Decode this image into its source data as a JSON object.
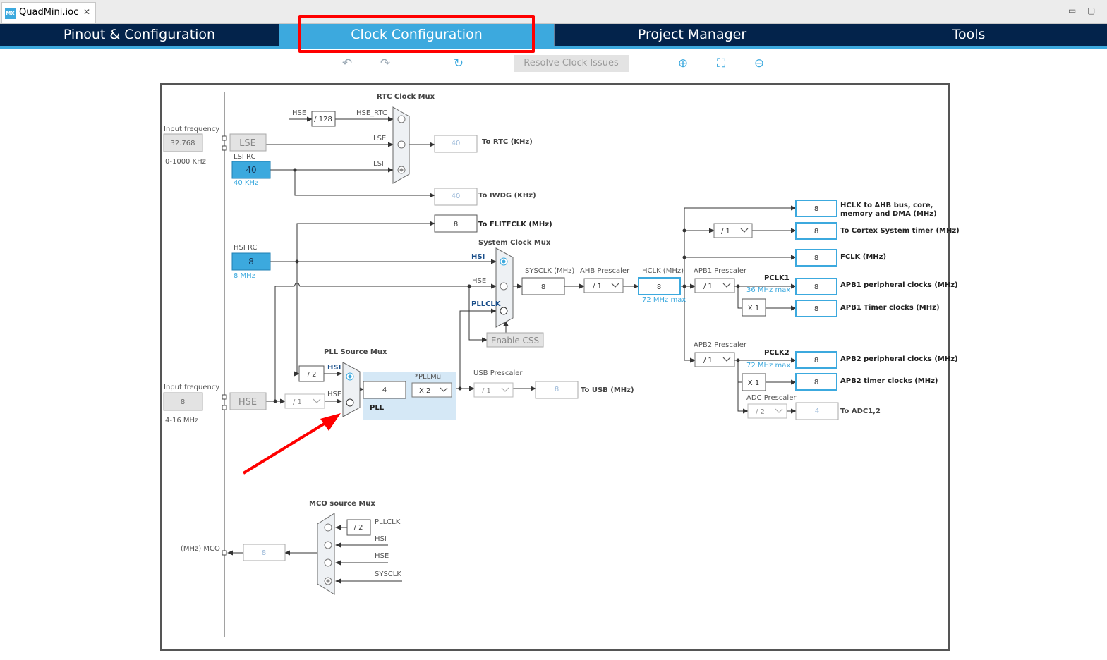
{
  "file_tab": {
    "logo": "MX",
    "name": "QuadMini.ioc",
    "close_icon": "close-icon"
  },
  "tabs": [
    {
      "label": "Pinout & Configuration"
    },
    {
      "label": "Clock Configuration"
    },
    {
      "label": "Project Manager"
    },
    {
      "label": "Tools"
    }
  ],
  "toolbar": {
    "undo_icon": "undo-icon",
    "redo_icon": "redo-icon",
    "refresh_icon": "refresh-icon",
    "resolve_label": "Resolve Clock Issues",
    "zoom_in_icon": "zoom-in-icon",
    "fit_icon": "fit-icon",
    "zoom_out_icon": "zoom-out-icon"
  },
  "diagram": {
    "rtc_mux_title": "RTC Clock Mux",
    "sysclk_mux_title": "System Clock Mux",
    "pll_src_mux_title": "PLL Source Mux",
    "mco_mux_title": "MCO source Mux",
    "input_freq_label": "Input frequency",
    "lse_input": "32.768",
    "lse_range": "0-1000 KHz",
    "lse_label": "LSE",
    "lsi_rc_label": "LSI RC",
    "lsi_value": "40",
    "lsi_khz": "40 KHz",
    "hse_sig": "HSE",
    "div128": "/ 128",
    "hse_rtc": "HSE_RTC",
    "lse_sig": "LSE",
    "lsi_sig": "LSI",
    "rtc_value": "40",
    "rtc_label": "To RTC (KHz)",
    "iwdg_value": "40",
    "iwdg_label": "To IWDG (KHz)",
    "flit_value": "8",
    "flit_label": "To FLITFCLK (MHz)",
    "hsi_rc_label": "HSI RC",
    "hsi_value": "8",
    "hsi_mhz": "8 MHz",
    "hsi_sig": "HSI",
    "pllclk_sig": "PLLCLK",
    "enable_css": "Enable CSS",
    "sysclk_label": "SYSCLK (MHz)",
    "sysclk_value": "8",
    "ahb_label": "AHB Prescaler",
    "ahb_value": "/ 1",
    "hclk_label": "HCLK (MHz)",
    "hclk_value": "8",
    "hclk_max": "72 MHz max",
    "apb1_label": "APB1 Prescaler",
    "apb1_value": "/ 1",
    "pclk1": "PCLK1",
    "pclk1_max": "36 MHz max",
    "apb2_label": "APB2 Prescaler",
    "apb2_value": "/ 1",
    "pclk2": "PCLK2",
    "pclk2_max": "72 MHz max",
    "cortex_div": "/ 1",
    "x1_a": "X 1",
    "x1_b": "X 1",
    "adc_label": "ADC Prescaler",
    "adc_div": "/ 2",
    "outputs": {
      "hclk_ahb": {
        "value": "8",
        "label1": "HCLK to AHB bus, core,",
        "label2": "memory and DMA (MHz)"
      },
      "cortex": {
        "value": "8",
        "label": "To Cortex System timer (MHz)"
      },
      "fclk": {
        "value": "8",
        "label": "FCLK (MHz)"
      },
      "apb1_periph": {
        "value": "8",
        "label": "APB1 peripheral clocks (MHz)"
      },
      "apb1_timer": {
        "value": "8",
        "label": "APB1 Timer clocks (MHz)"
      },
      "apb2_periph": {
        "value": "8",
        "label": "APB2 peripheral clocks (MHz)"
      },
      "apb2_timer": {
        "value": "8",
        "label": "APB2 timer clocks (MHz)"
      },
      "adc": {
        "value": "4",
        "label": "To ADC1,2"
      }
    },
    "hse_input": "8",
    "hse_range": "4-16 MHz",
    "hse_label": "HSE",
    "hse_prediv": "/ 1",
    "hsi_div2": "/ 2",
    "pll_in_value": "4",
    "pllmul_label": "*PLLMul",
    "pllmul_value": "X 2",
    "pll_label": "PLL",
    "usb_label": "USB Prescaler",
    "usb_div": "/ 1",
    "usb_value": "8",
    "usb_out_label": "To USB (MHz)",
    "mco_label": "(MHz) MCO",
    "mco_value": "8",
    "mco_div2": "/ 2",
    "mco_pllclk": "PLLCLK",
    "mco_hsi": "HSI",
    "mco_hse": "HSE",
    "mco_sysclk": "SYSCLK"
  },
  "colors": {
    "accent": "#3ca9de",
    "navy": "#03234b",
    "annotation": "#ff0000"
  }
}
